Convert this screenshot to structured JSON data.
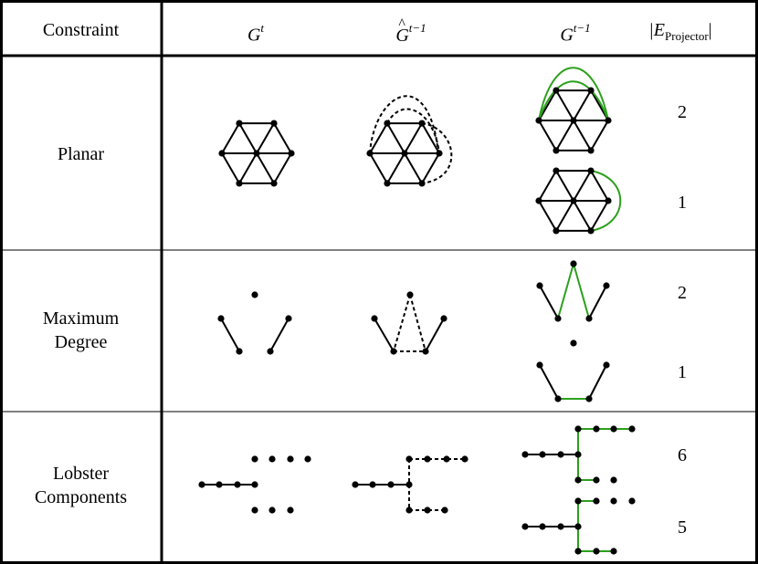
{
  "header": {
    "constraint": "Constraint",
    "g_t": "G",
    "g_t_sup": "t",
    "g_hat": "G",
    "g_hat_sup": "t−1",
    "g_prev": "G",
    "g_prev_sup": "t−1",
    "e_proj_open": "|E",
    "e_proj_sub": "Projector",
    "e_proj_close": "|"
  },
  "rows": [
    {
      "label_lines": [
        "Planar"
      ],
      "counts": [
        "2",
        "1"
      ]
    },
    {
      "label_lines": [
        "Maximum",
        "Degree"
      ],
      "counts": [
        "2",
        "1"
      ]
    },
    {
      "label_lines": [
        "Lobster",
        "Components"
      ],
      "counts": [
        "6",
        "5"
      ]
    }
  ],
  "colors": {
    "edge": "#000000",
    "projector_edge": "#2ca01c",
    "border": "#000000"
  }
}
